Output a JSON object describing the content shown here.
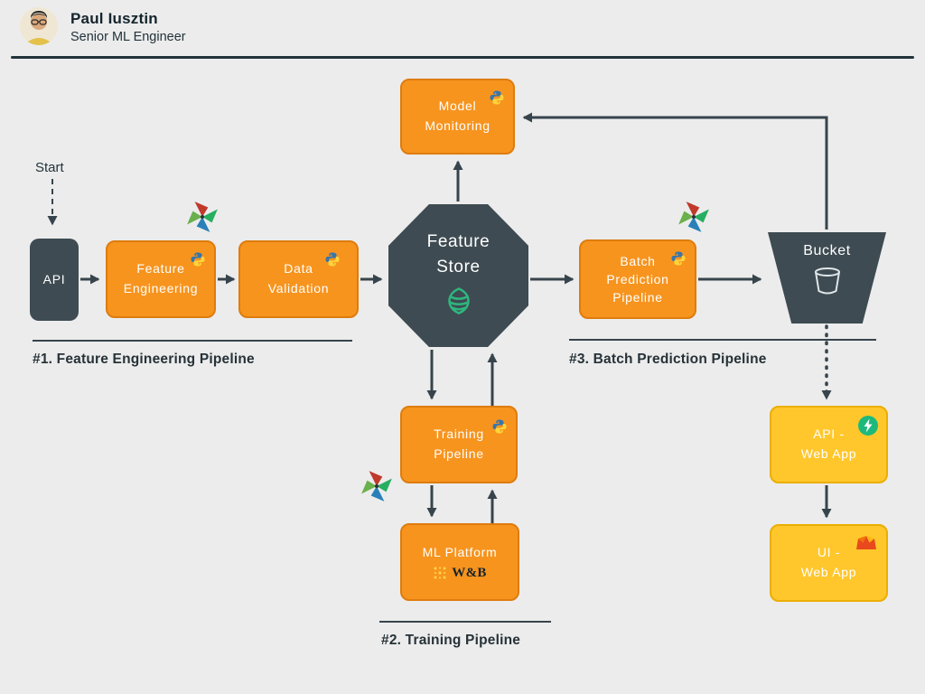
{
  "header": {
    "name": "Paul Iusztin",
    "title": "Senior ML Engineer"
  },
  "labels": {
    "start": "Start",
    "section1": "#1. Feature Engineering Pipeline",
    "section2": "#2. Training Pipeline",
    "section3": "#3. Batch Prediction Pipeline"
  },
  "nodes": {
    "api": {
      "label": "API"
    },
    "feature_engineering": {
      "label": "Feature\nEngineering"
    },
    "data_validation": {
      "label": "Data\nValidation"
    },
    "feature_store": {
      "label": "Feature\nStore"
    },
    "model_monitoring": {
      "label": "Model\nMonitoring"
    },
    "batch_prediction": {
      "label": "Batch\nPrediction\nPipeline"
    },
    "bucket": {
      "label": "Bucket"
    },
    "training_pipeline": {
      "label": "Training\nPipeline"
    },
    "ml_platform": {
      "label": "ML Platform",
      "logo_text": "W&B"
    },
    "api_web_app": {
      "label": "API -\nWeb App"
    },
    "ui_web_app": {
      "label": "UI -\nWeb App"
    }
  },
  "icons": {
    "feature_engineering": "python-icon",
    "data_validation": "python-icon",
    "model_monitoring": "python-icon",
    "batch_prediction": "python-icon",
    "training_pipeline": "python-icon",
    "feature_store": "hopsworks-leaf-icon",
    "bucket": "bucket-icon",
    "api_web_app": "lightning-icon",
    "ui_web_app": "crown-icon",
    "ml_platform": "wandb-dots-icon",
    "decorations": [
      "pinwheel-icon",
      "pinwheel-icon",
      "pinwheel-icon"
    ],
    "avatar": "profile-photo"
  },
  "colors": {
    "background": "#ECECEC",
    "orange": "#F7941E",
    "orange_border": "#DE7C0E",
    "yellow": "#FFC72C",
    "yellow_border": "#EBAE00",
    "dark_slate": "#3E4B52",
    "arrow": "#37444C",
    "leaf_green": "#2EB67D",
    "lightning_green": "#1DB97C",
    "crown_red": "#E8491D",
    "python_blue": "#3776AB",
    "python_yellow": "#FFD43B",
    "wandb_gold": "#FFCC33"
  }
}
